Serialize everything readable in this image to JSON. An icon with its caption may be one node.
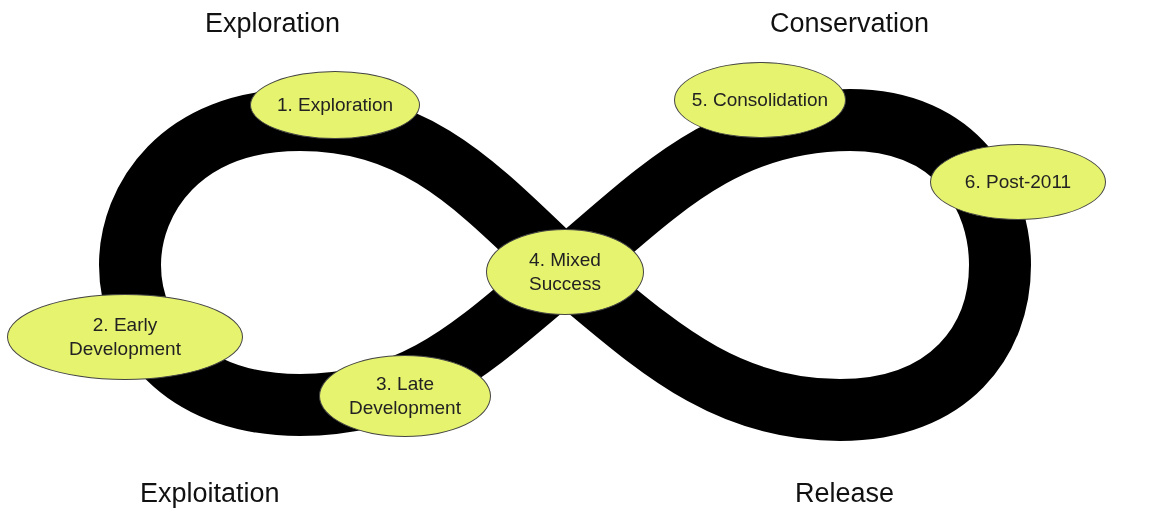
{
  "diagram": {
    "nodes": [
      {
        "text": [
          "1. Exploration"
        ]
      },
      {
        "text": [
          "2. Early Development"
        ]
      },
      {
        "text": [
          "3. Late Development"
        ]
      },
      {
        "text": [
          "4. Mixed Success"
        ]
      },
      {
        "text": [
          "5. Consolidation"
        ]
      },
      {
        "text": [
          "6. Post-2011"
        ]
      }
    ],
    "labels": [
      "Exploration",
      "Conservation",
      "Exploitation",
      "Release"
    ]
  }
}
